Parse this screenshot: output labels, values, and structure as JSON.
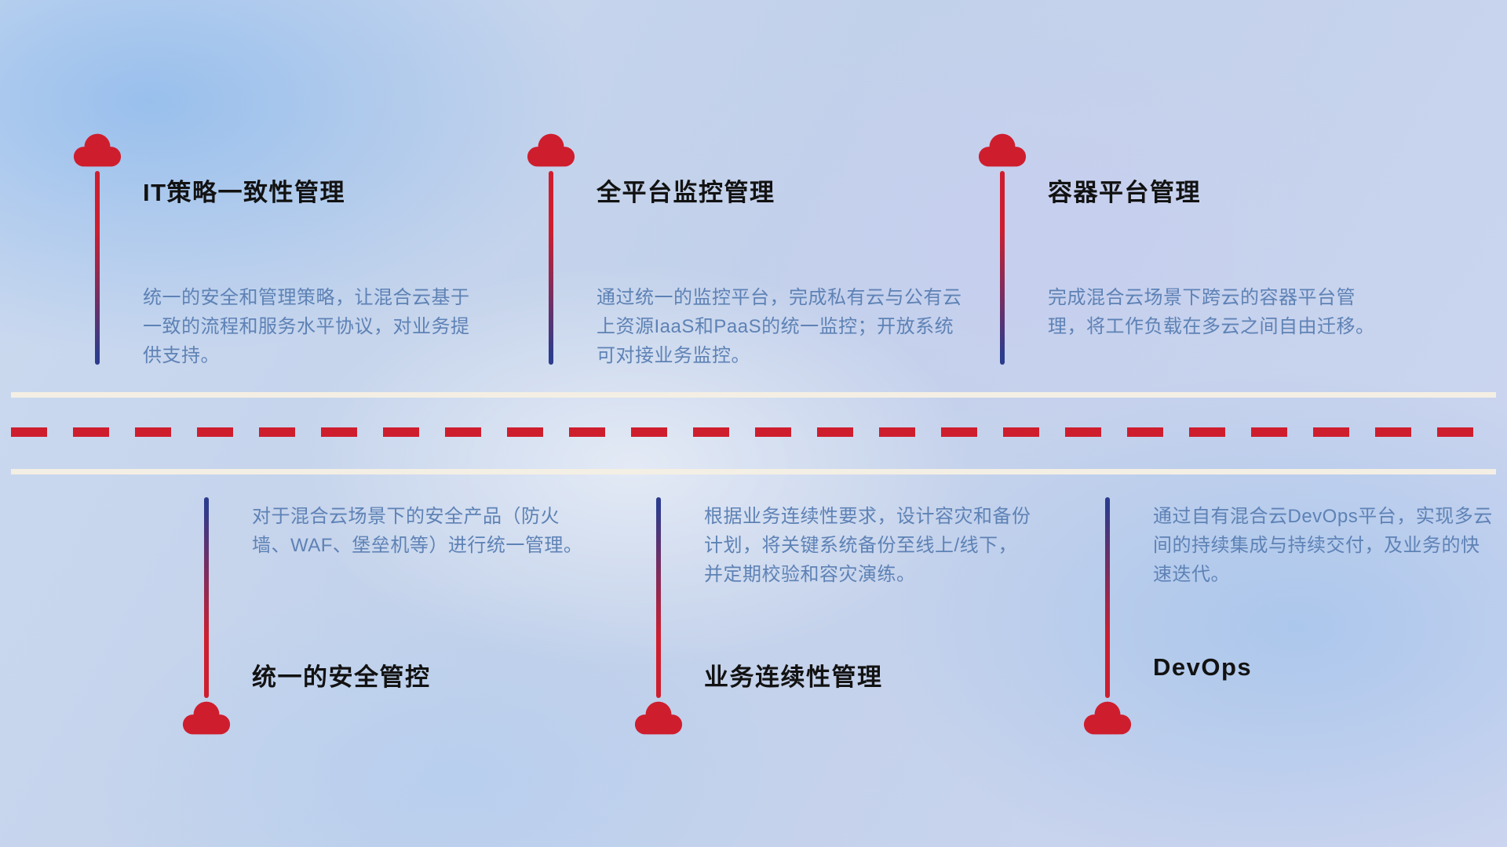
{
  "diagram": {
    "top_items": [
      {
        "title": "IT策略一致性管理",
        "description": "统一的安全和管理策略，让混合云基于一致的流程和服务水平协议，对业务提供支持。"
      },
      {
        "title": "全平台监控管理",
        "description": "通过统一的监控平台，完成私有云与公有云上资源IaaS和PaaS的统一监控；开放系统可对接业务监控。"
      },
      {
        "title": "容器平台管理",
        "description": "完成混合云场景下跨云的容器平台管理，将工作负载在多云之间自由迁移。"
      }
    ],
    "bottom_items": [
      {
        "title": "统一的安全管控",
        "description": "对于混合云场景下的安全产品（防火墙、WAF、堡垒机等）进行统一管理。"
      },
      {
        "title": "业务连续性管理",
        "description": "根据业务连续性要求，设计容灾和备份计划，将关键系统备份至线上/线下，并定期校验和容灾演练。"
      },
      {
        "title": "DevOps",
        "description": "通过自有混合云DevOps平台，实现多云间的持续集成与持续交付，及业务的快速迭代。"
      }
    ]
  },
  "colors": {
    "accent-red": "#ce1e2e",
    "stem-navy": "#2d3c8c",
    "title-color": "#121212",
    "description-color": "#5e82b5",
    "road-line-color": "#f4efe4"
  }
}
